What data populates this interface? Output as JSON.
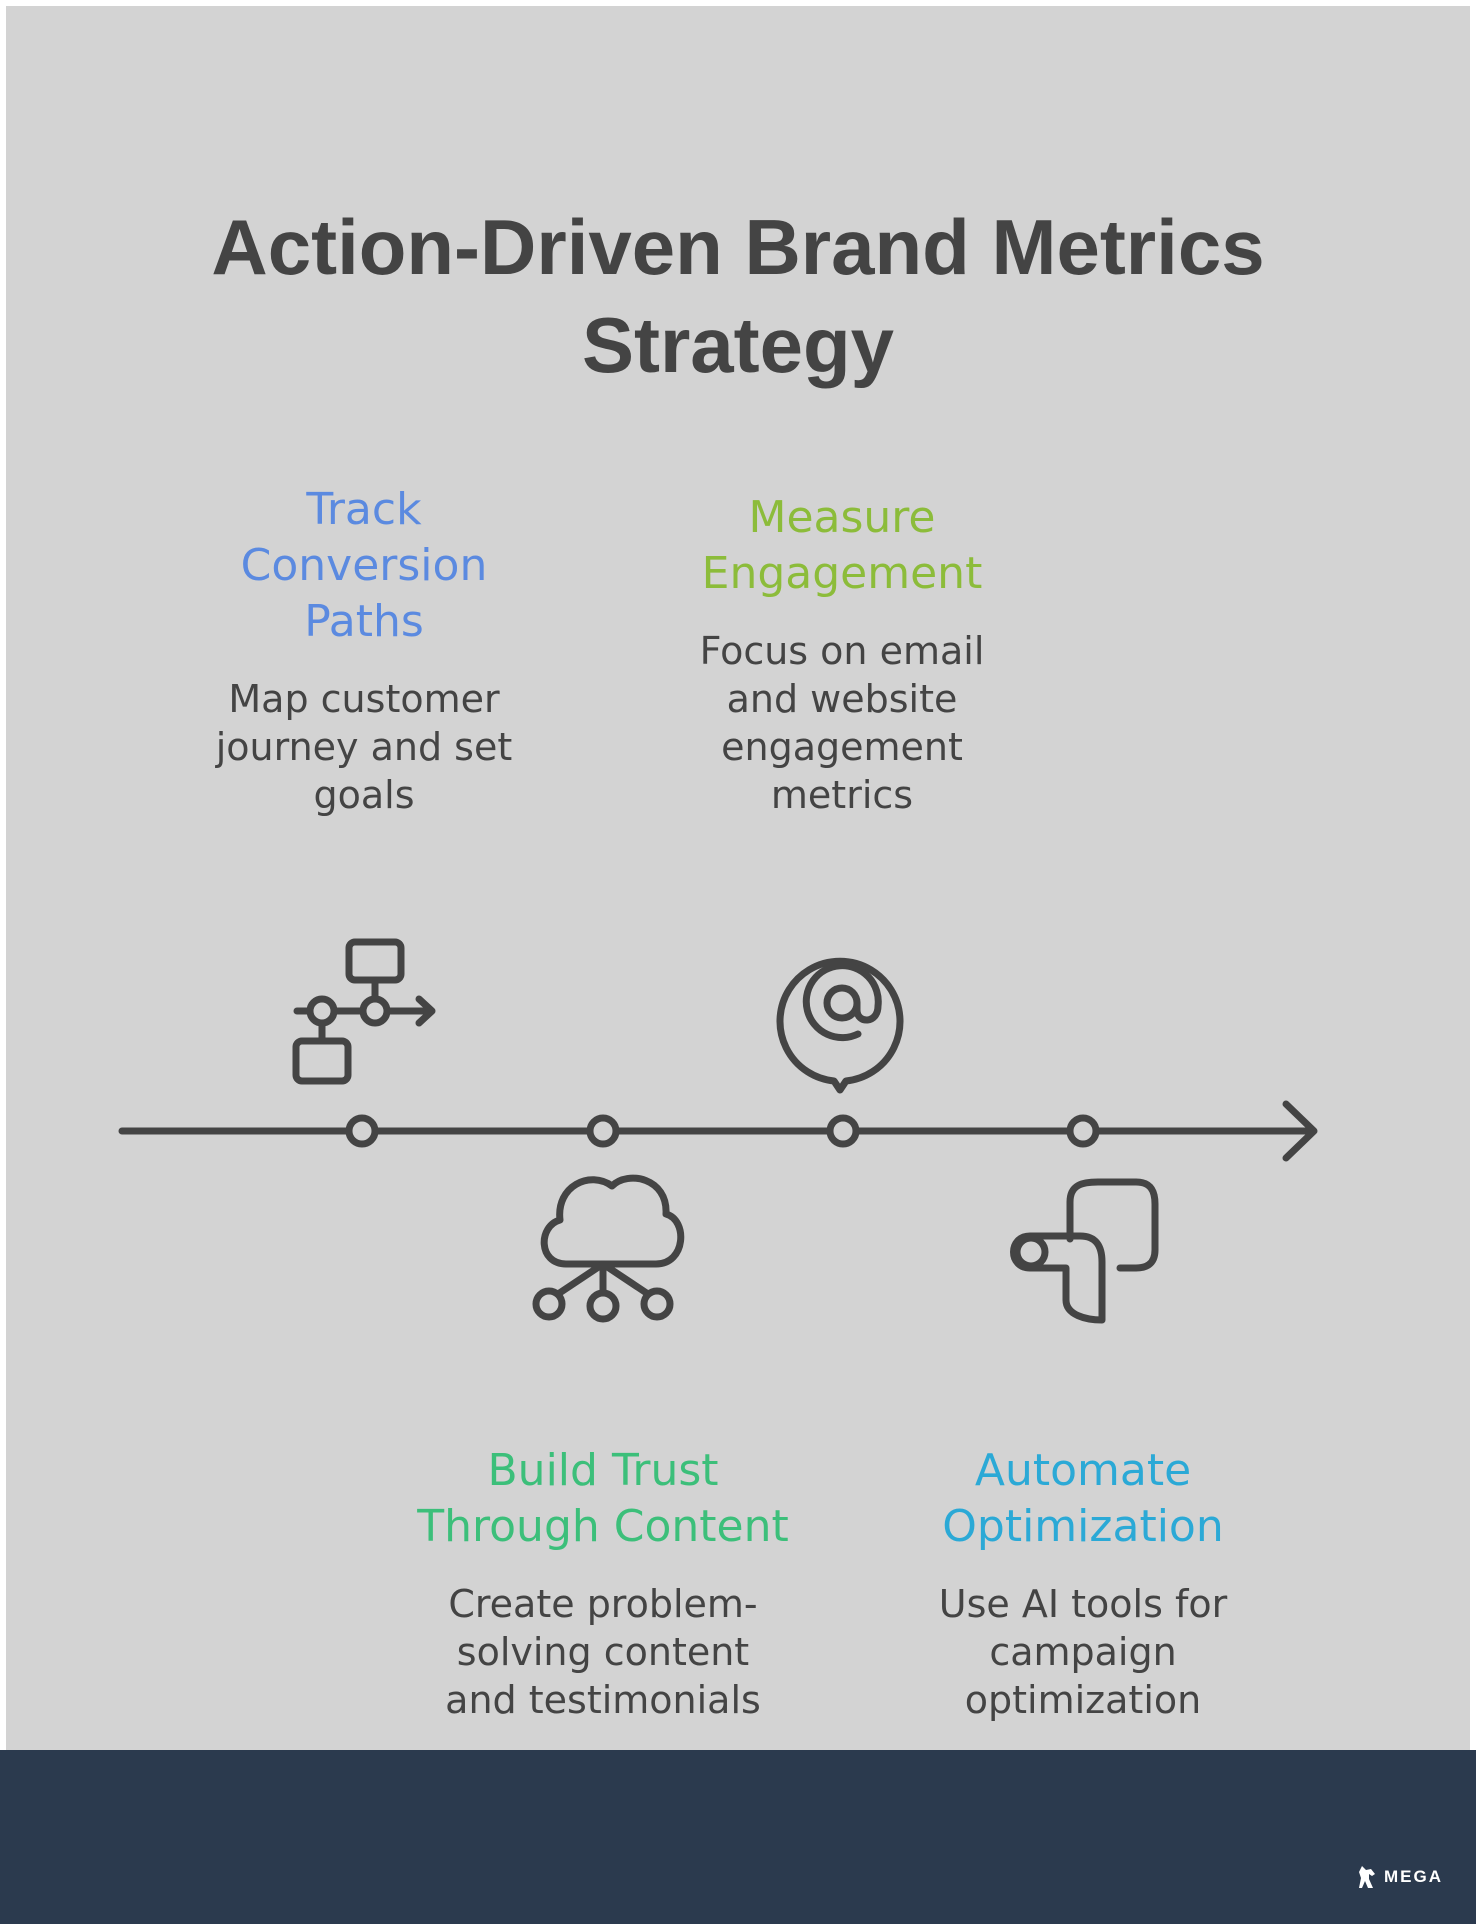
{
  "title_lines": [
    "Action-Driven Brand Metrics",
    "Strategy"
  ],
  "steps": [
    {
      "title_lines": [
        "Track",
        "Conversion",
        "Paths"
      ],
      "desc_lines": [
        "Map customer",
        "journey and set",
        "goals"
      ],
      "color": "#5b8ae0",
      "icon": "workflow-icon"
    },
    {
      "title_lines": [
        "Build Trust",
        "Through Content"
      ],
      "desc_lines": [
        "Create problem-",
        "solving content",
        "and testimonials"
      ],
      "color": "#3cbf7a",
      "icon": "cloud-network-icon"
    },
    {
      "title_lines": [
        "Measure",
        "Engagement"
      ],
      "desc_lines": [
        "Focus on email",
        "and website",
        "engagement",
        "metrics"
      ],
      "color": "#8cbc3a",
      "icon": "at-sign-icon"
    },
    {
      "title_lines": [
        "Automate",
        "Optimization"
      ],
      "desc_lines": [
        "Use AI tools for",
        "campaign",
        "optimization"
      ],
      "color": "#2ba9d6",
      "icon": "optimization-icon"
    }
  ],
  "logo": {
    "text": "MEGA"
  },
  "colors": {
    "panel": "#d3d3d3",
    "ink": "#444444",
    "footer": "#2b3a4e"
  }
}
